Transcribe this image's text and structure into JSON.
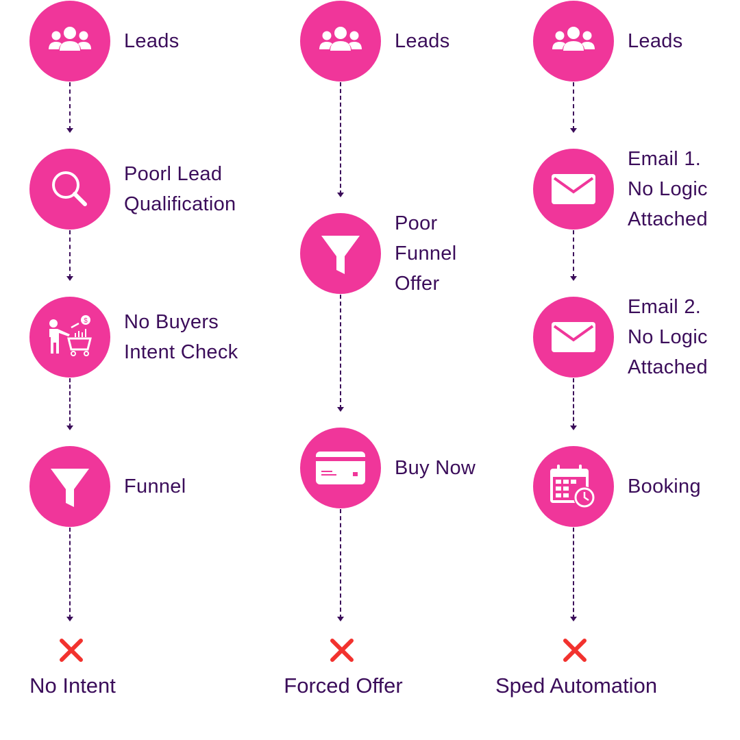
{
  "colors": {
    "circle": "#f0369a",
    "text": "#3b0d5a",
    "x_mark": "#f2322e"
  },
  "columns": [
    {
      "steps": [
        {
          "icon": "people-icon",
          "label": [
            "Leads"
          ]
        },
        {
          "icon": "magnifier-icon",
          "label": [
            "Poorl Lead",
            "Qualification"
          ]
        },
        {
          "icon": "shopper-cart-icon",
          "label": [
            "No Buyers",
            "Intent Check"
          ]
        },
        {
          "icon": "funnel-icon",
          "label": [
            "Funnel"
          ]
        }
      ],
      "outcome": "No Intent"
    },
    {
      "steps": [
        {
          "icon": "people-icon",
          "label": [
            "Leads"
          ]
        },
        {
          "icon": "funnel-icon",
          "label": [
            "Poor",
            "Funnel",
            "Offer"
          ]
        },
        {
          "icon": "credit-card-icon",
          "label": [
            "Buy Now"
          ]
        }
      ],
      "outcome": "Forced Offer"
    },
    {
      "steps": [
        {
          "icon": "people-icon",
          "label": [
            "Leads"
          ]
        },
        {
          "icon": "envelope-icon",
          "label": [
            "Email 1.",
            "No Logic",
            "Attached"
          ]
        },
        {
          "icon": "envelope-icon",
          "label": [
            "Email 2.",
            "No Logic",
            "Attached"
          ]
        },
        {
          "icon": "calendar-clock-icon",
          "label": [
            "Booking"
          ]
        }
      ],
      "outcome": "Sped Automation"
    }
  ]
}
